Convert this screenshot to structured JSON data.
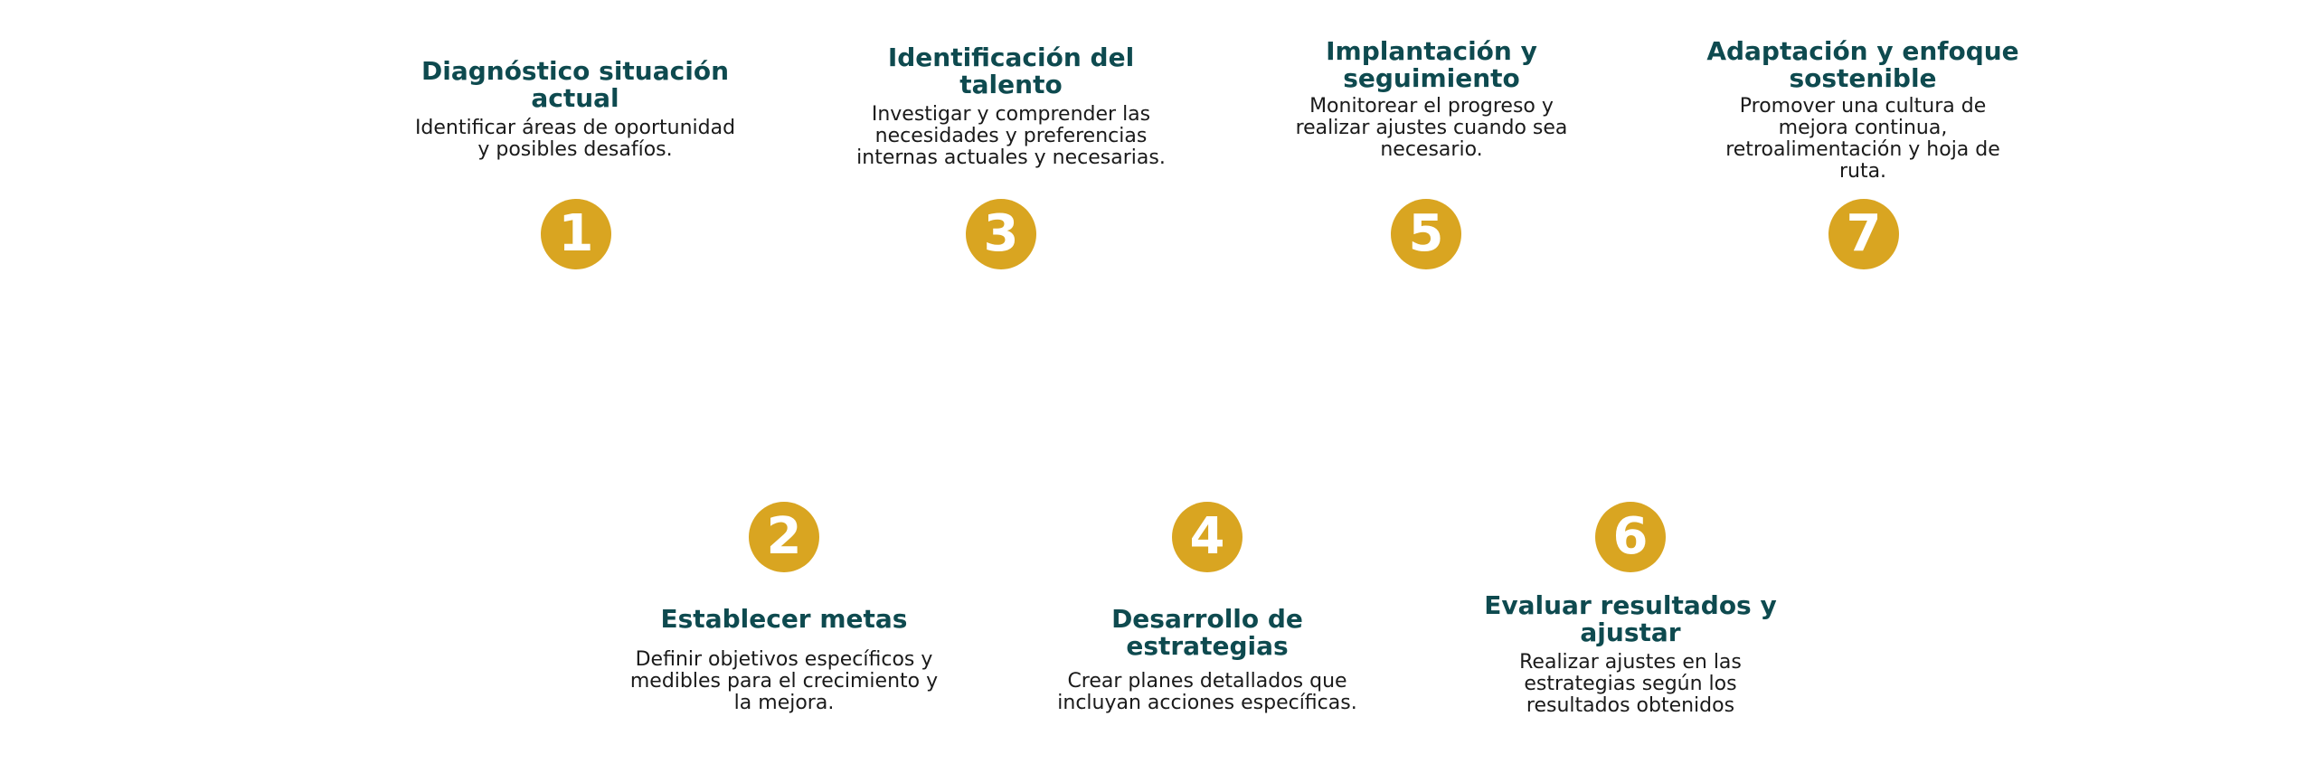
{
  "colors": {
    "title": "#0e4a4f",
    "badge": "#d9a521",
    "badge_text": "#ffffff",
    "description": "#1a1a1a"
  },
  "steps": [
    {
      "number": "1",
      "title_lines": [
        "Diagnóstico situación",
        "actual"
      ],
      "desc_lines": [
        "Identificar áreas de oportunidad",
        "y posibles desafíos."
      ]
    },
    {
      "number": "2",
      "title_lines": [
        "Establecer metas"
      ],
      "desc_lines": [
        "Definir objetivos específicos y",
        "medibles para el crecimiento y",
        "la mejora."
      ]
    },
    {
      "number": "3",
      "title_lines": [
        "Identificación del",
        "talento"
      ],
      "desc_lines": [
        "Investigar y comprender las",
        "necesidades y preferencias",
        "internas actuales y necesarias."
      ]
    },
    {
      "number": "4",
      "title_lines": [
        "Desarrollo de",
        "estrategias"
      ],
      "desc_lines": [
        "Crear planes detallados que",
        "incluyan acciones específicas."
      ]
    },
    {
      "number": "5",
      "title_lines": [
        "Implantación y",
        "seguimiento"
      ],
      "desc_lines": [
        "Monitorear el progreso y",
        "realizar ajustes cuando sea",
        "necesario."
      ]
    },
    {
      "number": "6",
      "title_lines": [
        "Evaluar resultados y",
        "ajustar"
      ],
      "desc_lines": [
        "Realizar ajustes en las",
        "estrategias según los",
        "resultados obtenidos"
      ]
    },
    {
      "number": "7",
      "title_lines": [
        "Adaptación y enfoque",
        "sostenible"
      ],
      "desc_lines": [
        "Promover una cultura de",
        "mejora continua,",
        "retroalimentación y hoja de",
        "ruta."
      ]
    }
  ]
}
